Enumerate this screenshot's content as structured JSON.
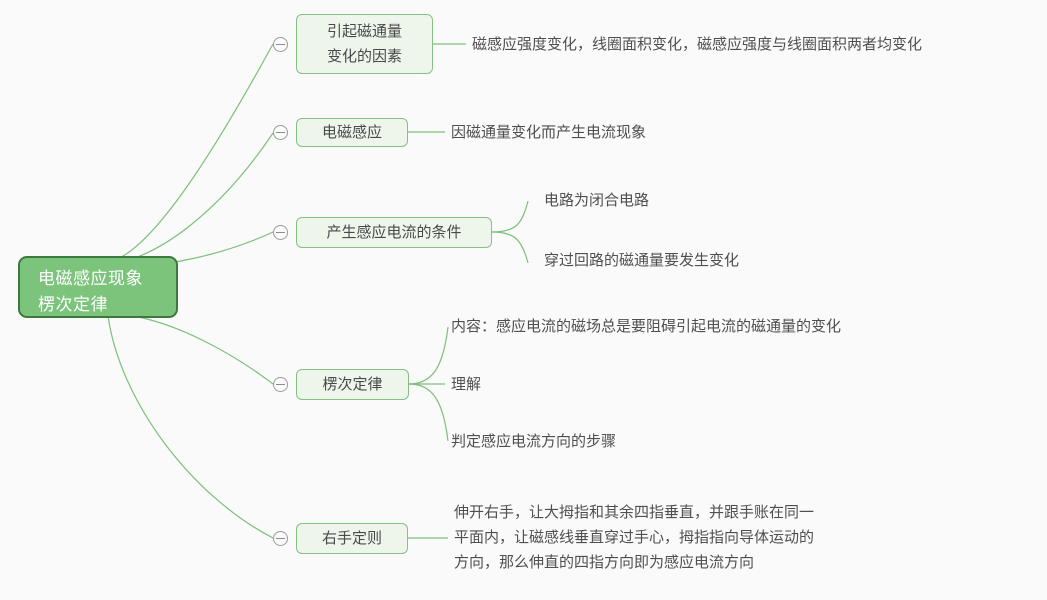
{
  "canvas": {
    "background": "#fafafa",
    "edge_color": "#7dbf7c",
    "root_fill": "#7cc47c",
    "root_border": "#3d783d",
    "node_fill": "#eef6ec",
    "node_border": "#84c183",
    "text_color": "#4f4f4f"
  },
  "root": {
    "label": "电磁感应现象\n楞次定律"
  },
  "toggle_icon": "collapse-minus-icon",
  "branches": [
    {
      "label": "引起磁通量\n变化的因素",
      "children": [
        {
          "text": "磁感应强度变化，线圈面积变化，磁感应强度与线圈面积两者均变化"
        }
      ]
    },
    {
      "label": "电磁感应",
      "children": [
        {
          "text": "因磁通量变化而产生电流现象"
        }
      ]
    },
    {
      "label": "产生感应电流的条件",
      "children": [
        {
          "text": "电路为闭合电路"
        },
        {
          "text": "穿过回路的磁通量要发生变化"
        }
      ]
    },
    {
      "label": "楞次定律",
      "children": [
        {
          "text": "内容：感应电流的磁场总是要阻碍引起电流的磁通量的变化"
        },
        {
          "text": "理解"
        },
        {
          "text": "判定感应电流方向的步骤"
        }
      ]
    },
    {
      "label": "右手定则",
      "children": [
        {
          "text": "伸开右手，让大拇指和其余四指垂直，并跟手账在同一\n平面内，让磁感线垂直穿过手心，拇指指向导体运动的\n方向，那么伸直的四指方向即为感应电流方向"
        }
      ]
    }
  ]
}
